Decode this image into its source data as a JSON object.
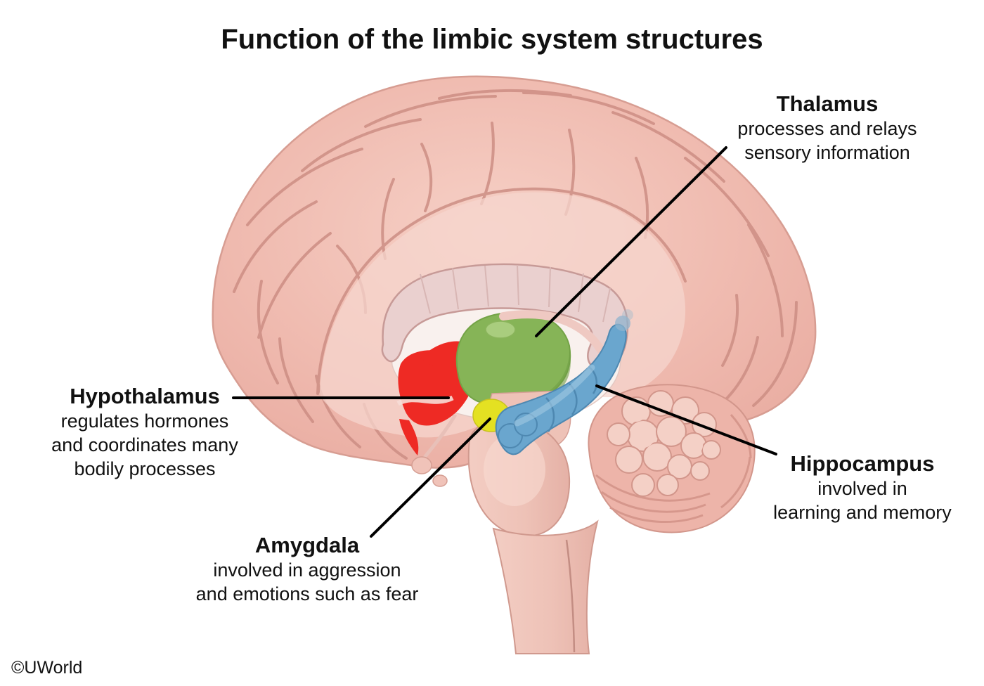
{
  "title": "Function of the limbic system structures",
  "watermark": "©UWorld",
  "colors": {
    "background": "#ffffff",
    "text": "#111111",
    "leader_line": "#000000",
    "cortex": "#efb9ae"
  },
  "structures": [
    {
      "id": "thalamus",
      "name": "Thalamus",
      "desc_lines": [
        "processes and relays",
        "sensory information"
      ],
      "color": "#86b457"
    },
    {
      "id": "hypothalamus",
      "name": "Hypothalamus",
      "desc_lines": [
        "regulates hormones",
        "and coordinates many",
        "bodily processes"
      ],
      "color": "#ee2a24"
    },
    {
      "id": "amygdala",
      "name": "Amygdala",
      "desc_lines": [
        "involved in aggression",
        "and emotions such as fear"
      ],
      "color": "#e4e122"
    },
    {
      "id": "hippocampus",
      "name": "Hippocampus",
      "desc_lines": [
        "involved in",
        "learning and memory"
      ],
      "color": "#6aa6ce"
    }
  ]
}
